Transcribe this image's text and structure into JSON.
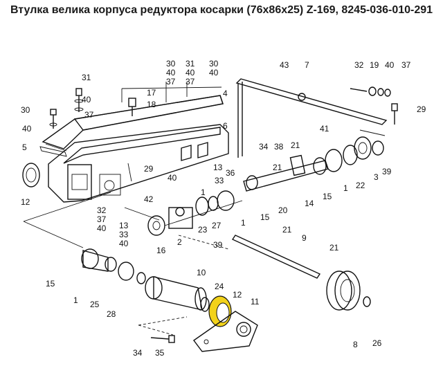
{
  "title": "Втулка велика корпуса редуктора косарки (76х86х25) Z-169, 8245-036-010-291",
  "highlight_color": "#f2d21b",
  "callouts": {
    "c1": "31",
    "c2": "40",
    "c3": "37",
    "c4": "30",
    "c5": "40",
    "c6": "17",
    "c7": "18",
    "c8": "30",
    "c9": "40",
    "c10": "37",
    "c11": "31",
    "c12": "40",
    "c13": "37",
    "c14": "30",
    "c15": "40",
    "c16": "4",
    "c17": "5",
    "c18": "6",
    "c19": "12",
    "c20": "29",
    "c21": "42",
    "c22": "40",
    "c23": "13",
    "c24": "33",
    "c25": "1",
    "c26": "32",
    "c27": "37",
    "c28": "40",
    "c29": "13",
    "c30": "33",
    "c31": "40",
    "c32": "16",
    "c33": "2",
    "c34": "23",
    "c35": "27",
    "c36": "39",
    "c37": "43",
    "c38": "7",
    "c39": "32",
    "c40": "19",
    "c41": "40",
    "c42": "37",
    "c43": "29",
    "c44": "41",
    "c45": "34",
    "c46": "38",
    "c47": "21",
    "c48": "36",
    "c49": "21",
    "c50": "20",
    "c51": "14",
    "c52": "15",
    "c53": "1",
    "c54": "22",
    "c55": "3",
    "c56": "39",
    "c57": "15",
    "c58": "1",
    "c59": "21",
    "c60": "9",
    "c61": "21",
    "c62": "15",
    "c63": "1",
    "c64": "25",
    "c65": "28",
    "c66": "10",
    "c67": "24",
    "c68": "12",
    "c69": "11",
    "c70": "8",
    "c71": "26",
    "c72": "34",
    "c73": "35"
  }
}
